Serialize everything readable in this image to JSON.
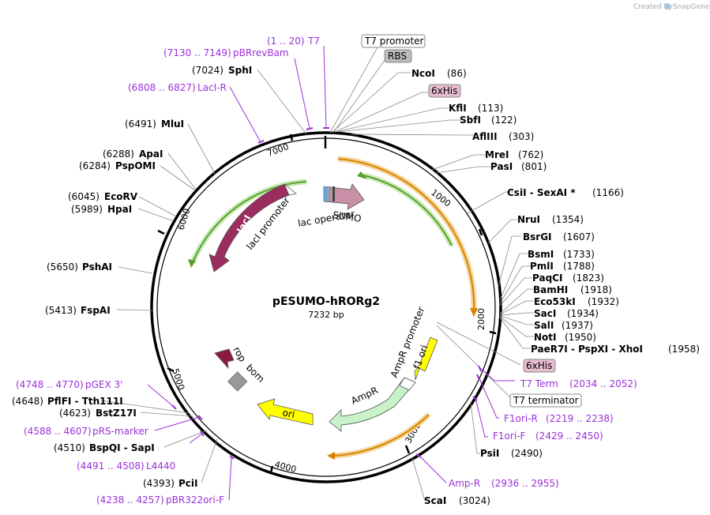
{
  "brand": {
    "created_by": "Created by",
    "name": "SnapGene"
  },
  "plasmid": {
    "name": "pESUMO-hRORg2",
    "size_label": "7232 bp",
    "length": 7232
  },
  "colors": {
    "backbone": "#000000",
    "primer": "#9b30d9",
    "feature_lacI": "#9b2d5f",
    "feature_SUMO": "#c98fa6",
    "feature_AmpR": "#c8f2c8",
    "feature_ori": "#ffff00",
    "feature_f1_ori": "#ffff00",
    "feature_rop": "#8b1a3e",
    "feature_bom": "#999999",
    "orf_orange": "#d68400",
    "orf_green": "#5aa02c"
  },
  "ticks": [
    "1000",
    "2000",
    "3000",
    "4000",
    "5000",
    "6000",
    "7000"
  ],
  "sites_right": [
    {
      "name": "NcoI",
      "pos": "(86)"
    },
    {
      "name": "KflI",
      "pos": "(113)"
    },
    {
      "name": "SbfI",
      "pos": "(122)"
    },
    {
      "name": "AflIII",
      "pos": "(303)"
    },
    {
      "name": "MreI",
      "pos": "(762)"
    },
    {
      "name": "PasI",
      "pos": "(801)"
    },
    {
      "name": "CsiI - SexAI *",
      "pos": "(1166)"
    },
    {
      "name": "NruI",
      "pos": "(1354)"
    },
    {
      "name": "BsrGI",
      "pos": "(1607)"
    },
    {
      "name": "BsmI",
      "pos": "(1733)"
    },
    {
      "name": "PmlI",
      "pos": "(1788)"
    },
    {
      "name": "PaqCI",
      "pos": "(1823)"
    },
    {
      "name": "BamHI",
      "pos": "(1918)"
    },
    {
      "name": "Eco53kI",
      "pos": "(1932)"
    },
    {
      "name": "SacI",
      "pos": "(1934)"
    },
    {
      "name": "SalI",
      "pos": "(1937)"
    },
    {
      "name": "NotI",
      "pos": "(1950)"
    },
    {
      "name": "PaeR7I - PspXI - XhoI",
      "pos": "(1958)"
    },
    {
      "name": "PsiI",
      "pos": "(2490)"
    },
    {
      "name": "ScaI",
      "pos": "(3024)"
    }
  ],
  "sites_left": [
    {
      "name": "SphI",
      "pos": "(7024)"
    },
    {
      "name": "MluI",
      "pos": "(6491)"
    },
    {
      "name": "ApaI",
      "pos": "(6288)"
    },
    {
      "name": "PspOMI",
      "pos": "(6284)"
    },
    {
      "name": "EcoRV",
      "pos": "(6045)"
    },
    {
      "name": "HpaI",
      "pos": "(5989)"
    },
    {
      "name": "PshAI",
      "pos": "(5650)"
    },
    {
      "name": "FspAI",
      "pos": "(5413)"
    },
    {
      "name": "PflFI - Tth111I",
      "pos": "(4648)"
    },
    {
      "name": "BstZ17I",
      "pos": "(4623)"
    },
    {
      "name": "BspQI - SapI",
      "pos": "(4510)"
    },
    {
      "name": "PciI",
      "pos": "(4393)"
    }
  ],
  "primers": [
    {
      "name": "T7",
      "pos": "(1 .. 20)"
    },
    {
      "name": "pBRrevBam",
      "pos": "(7130 .. 7149)"
    },
    {
      "name": "LacI-R",
      "pos": "(6808 .. 6827)"
    },
    {
      "name": "T7 Term",
      "pos": "(2034 .. 2052)"
    },
    {
      "name": "F1ori-R",
      "pos": "(2219 .. 2238)"
    },
    {
      "name": "F1ori-F",
      "pos": "(2429 .. 2450)"
    },
    {
      "name": "Amp-R",
      "pos": "(2936 .. 2955)"
    },
    {
      "name": "pGEX 3'",
      "pos": "(4748 .. 4770)"
    },
    {
      "name": "pRS-marker",
      "pos": "(4588 .. 4607)"
    },
    {
      "name": "L4440",
      "pos": "(4491 .. 4508)"
    },
    {
      "name": "pBR322ori-F",
      "pos": "(4238 .. 4257)"
    }
  ],
  "boxed_features": {
    "t7_promoter": "T7 promoter",
    "rbs": "RBS",
    "his_top": "6xHis",
    "his_right": "6xHis",
    "t7_terminator": "T7 terminator"
  },
  "features": {
    "SUMO": "SUMO",
    "lac_operator": "lac operator",
    "lacI": "lacI",
    "lacI_promoter": "lacI promoter",
    "AmpR_promoter": "AmpR promoter",
    "f1_ori": "f1 ori",
    "AmpR": "AmpR",
    "ori": "ori",
    "rop": "rop",
    "bom": "bom"
  }
}
